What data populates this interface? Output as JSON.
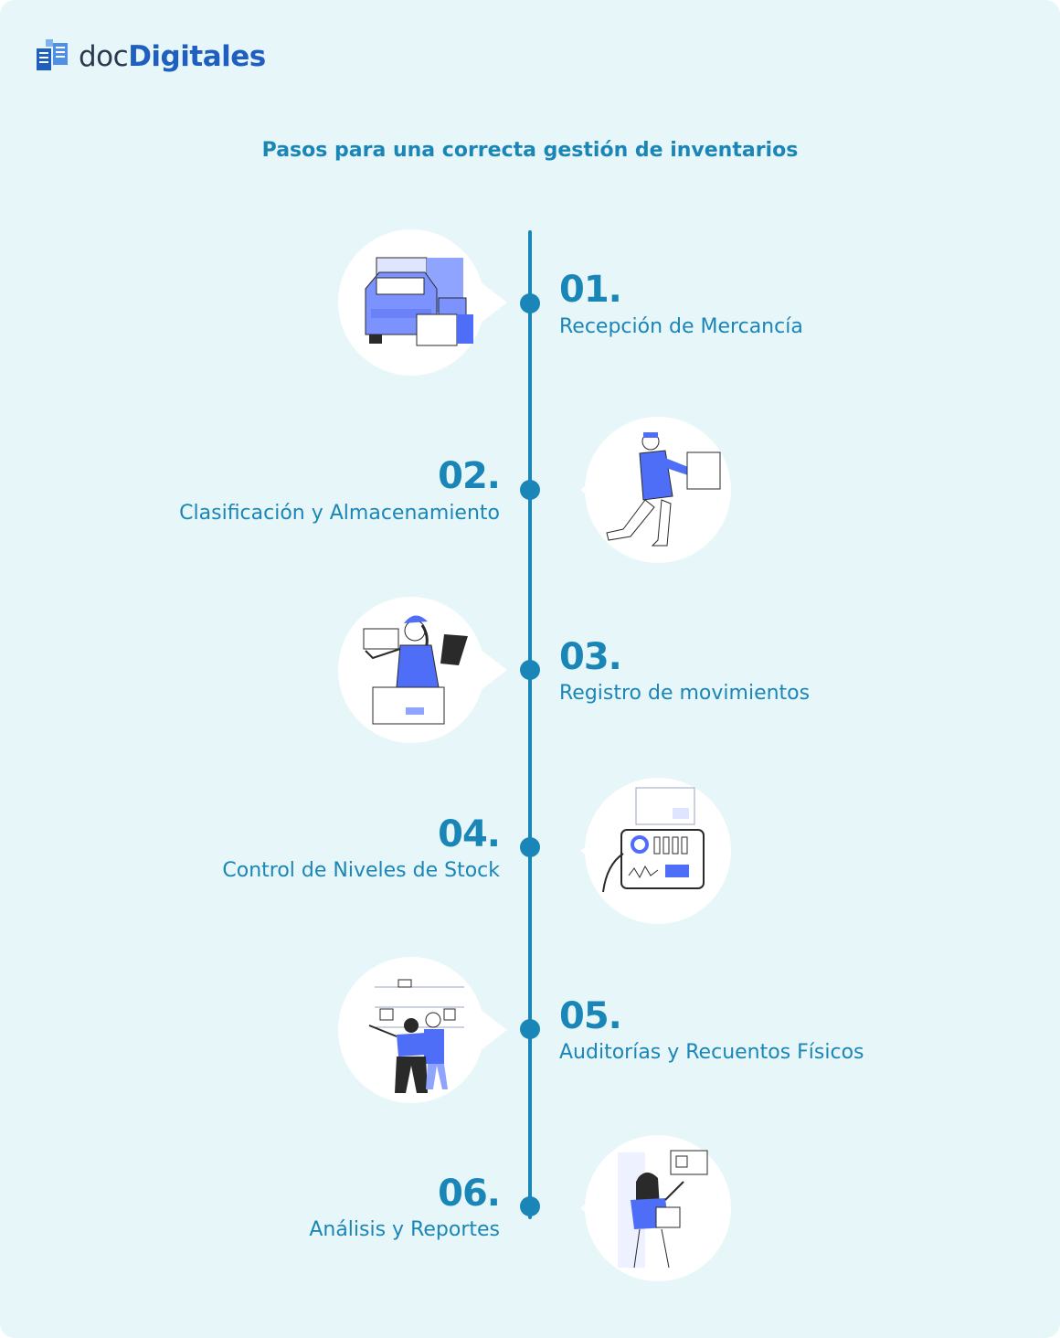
{
  "brand": {
    "prefix": "doc",
    "name": "Digitales"
  },
  "title": "Pasos para una correcta gestión de inventarios",
  "steps": [
    {
      "number": "01.",
      "label": "Recepción de Mercancía",
      "icon": "delivery-truck-boxes-icon"
    },
    {
      "number": "02.",
      "label": "Clasificación y Almacenamiento",
      "icon": "worker-carrying-box-icon"
    },
    {
      "number": "03.",
      "label": "Registro de movimientos",
      "icon": "worker-with-tablet-icon"
    },
    {
      "number": "04.",
      "label": "Control de Niveles de Stock",
      "icon": "tablet-dashboard-icon"
    },
    {
      "number": "05.",
      "label": "Auditorías y Recuentos Físicos",
      "icon": "people-at-shelves-icon"
    },
    {
      "number": "06.",
      "label": "Análisis y Reportes",
      "icon": "woman-with-report-icon"
    }
  ],
  "colors": {
    "accent": "#1a86b8",
    "illustration": "#4f6ef7",
    "background": "#e7f6f8",
    "brand": "#1f5fbf"
  }
}
